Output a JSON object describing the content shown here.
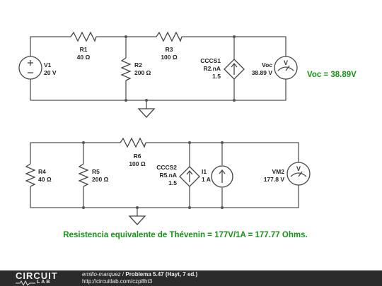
{
  "circuit1": {
    "V1": {
      "name": "V1",
      "value": "20 V"
    },
    "R1": {
      "name": "R1",
      "value": "40 Ω"
    },
    "R2": {
      "name": "R2",
      "value": "200 Ω"
    },
    "R3": {
      "name": "R3",
      "value": "100 Ω"
    },
    "CCCS1": {
      "name": "CCCS1",
      "expr": "R2.nA",
      "gain": "1.5"
    },
    "Voc": {
      "name": "Voc",
      "value": "38.89 V",
      "meter_symbol": "V"
    },
    "result": "Voc = 38.89V"
  },
  "circuit2": {
    "R4": {
      "name": "R4",
      "value": "40 Ω"
    },
    "R5": {
      "name": "R5",
      "value": "200 Ω"
    },
    "R6": {
      "name": "R6",
      "value": "100 Ω"
    },
    "CCCS2": {
      "name": "CCCS2",
      "expr": "R5.nA",
      "gain": "1.5"
    },
    "I1": {
      "name": "I1",
      "value": "1 A"
    },
    "VM2": {
      "name": "VM2",
      "value": "177.8 V",
      "meter_symbol": "V"
    }
  },
  "conclusion": "Resistencia equivalente de Thévenin = 177V/1A = 177.77 Ohms.",
  "footer": {
    "logo_top": "CIRCUIT",
    "logo_bottom": "LAB",
    "author": "emilio-marquez",
    "separator": " / ",
    "title": "Problema 5.47 (Hayt, 7 ed.)",
    "url": "http://circuitlab.com/czp8ht3"
  },
  "colors": {
    "result_green": "#1a8f1a",
    "footer_bg": "#2b2b2b",
    "wire": "#555555"
  }
}
